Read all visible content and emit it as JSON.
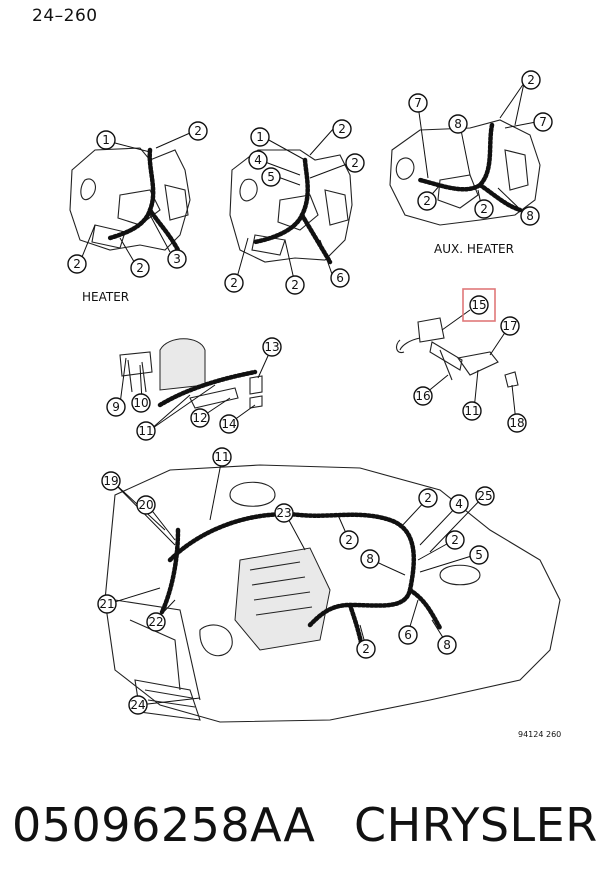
{
  "page_code": "24–260",
  "labels": {
    "heater": "HEATER",
    "aux_heater": "AUX. HEATER",
    "figure_code": "94124 260"
  },
  "part": {
    "number": "05096258AA",
    "brand": "CHRYSLER"
  },
  "highlighted_callout": "15",
  "colors": {
    "highlight": "#e0787a",
    "ink": "#111111"
  },
  "callouts": {
    "v1": [
      "1",
      "2",
      "2",
      "2",
      "3"
    ],
    "v2": [
      "1",
      "2",
      "4",
      "5",
      "2",
      "2",
      "2",
      "6"
    ],
    "v3": [
      "7",
      "2",
      "7",
      "8",
      "2",
      "2",
      "8"
    ],
    "v4": [
      "9",
      "10",
      "11",
      "12",
      "13",
      "14"
    ],
    "v5": [
      "15",
      "17",
      "16",
      "11",
      "18"
    ],
    "v6": [
      "11",
      "19",
      "20",
      "23",
      "2",
      "4",
      "25",
      "2",
      "8",
      "2",
      "5",
      "21",
      "22",
      "6",
      "2",
      "8",
      "24"
    ]
  }
}
